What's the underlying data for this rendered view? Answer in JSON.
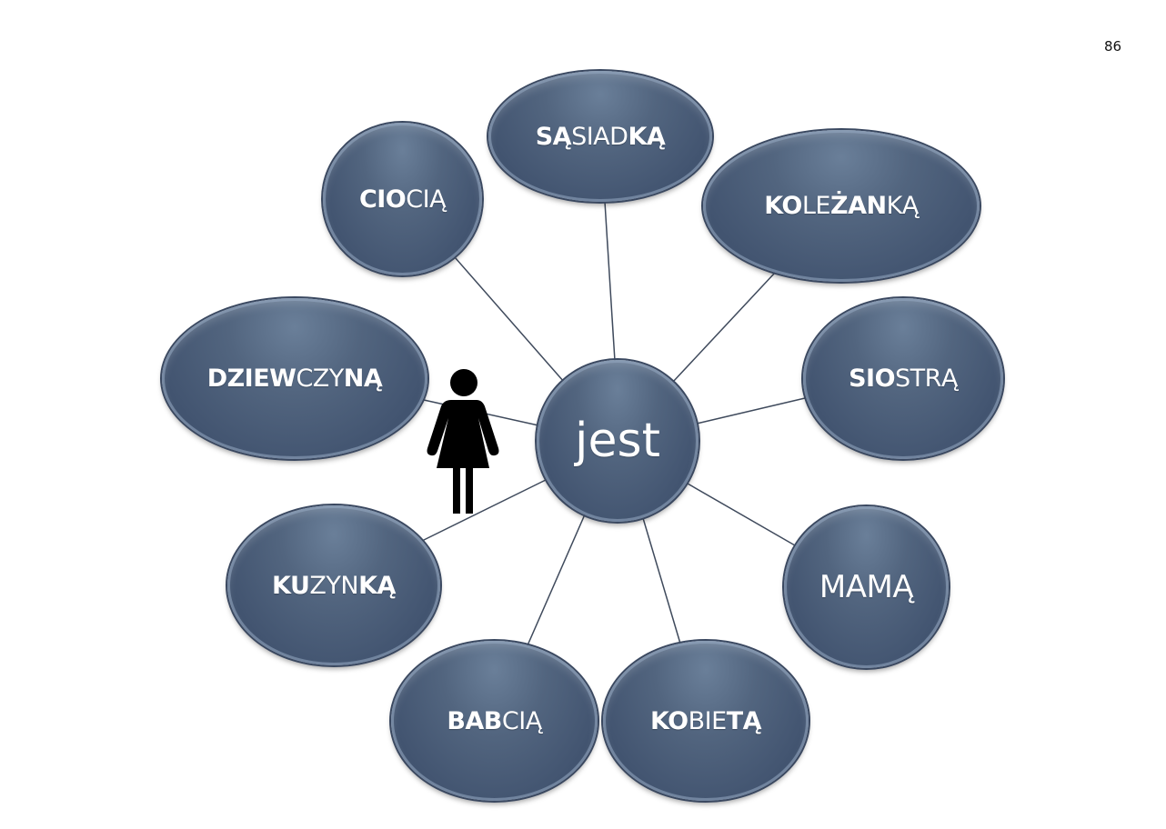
{
  "page_number": "86",
  "center": {
    "label": "jest"
  },
  "colors": {
    "node_fill": "#4a5d78",
    "line": "#3f4a5c",
    "text": "#ffffff",
    "figure": "#000000"
  },
  "figure": {
    "icon": "woman-icon"
  },
  "nodes": [
    {
      "id": "sasiadka",
      "full": "SĄSIADKĄ",
      "parts": [
        {
          "t": "SĄ",
          "b": true
        },
        {
          "t": "SIAD",
          "b": false
        },
        {
          "t": "KĄ",
          "b": true
        }
      ]
    },
    {
      "id": "ciocia",
      "full": "CIOCIĄ",
      "parts": [
        {
          "t": "CIO",
          "b": true
        },
        {
          "t": "CIĄ",
          "b": false
        }
      ]
    },
    {
      "id": "kolezanka",
      "full": "KOLEŻANKĄ",
      "parts": [
        {
          "t": "KO",
          "b": true
        },
        {
          "t": "LE",
          "b": false
        },
        {
          "t": "ŻAN",
          "b": true
        },
        {
          "t": "KĄ",
          "b": false
        }
      ]
    },
    {
      "id": "dziewczyna",
      "full": "DZIEWCZYNĄ",
      "parts": [
        {
          "t": "DZIEW",
          "b": true
        },
        {
          "t": "CZY",
          "b": false
        },
        {
          "t": "NĄ",
          "b": true
        }
      ]
    },
    {
      "id": "siostra",
      "full": "SIOSTRĄ",
      "parts": [
        {
          "t": "SIO",
          "b": true
        },
        {
          "t": "STRĄ",
          "b": false
        }
      ]
    },
    {
      "id": "kuzynka",
      "full": "KUZYNKĄ",
      "parts": [
        {
          "t": "KU",
          "b": true
        },
        {
          "t": "ZYN",
          "b": false
        },
        {
          "t": "KĄ",
          "b": true
        }
      ]
    },
    {
      "id": "mama",
      "full": "MAMĄ",
      "parts": [
        {
          "t": "MAMĄ",
          "b": false
        }
      ]
    },
    {
      "id": "babcia",
      "full": "BABCIĄ",
      "parts": [
        {
          "t": "BAB",
          "b": true
        },
        {
          "t": "CIĄ",
          "b": false
        }
      ]
    },
    {
      "id": "kobieta",
      "full": "KOBIETĄ",
      "parts": [
        {
          "t": "KO",
          "b": true
        },
        {
          "t": "BIE",
          "b": false
        },
        {
          "t": "TĄ",
          "b": true
        }
      ]
    }
  ]
}
